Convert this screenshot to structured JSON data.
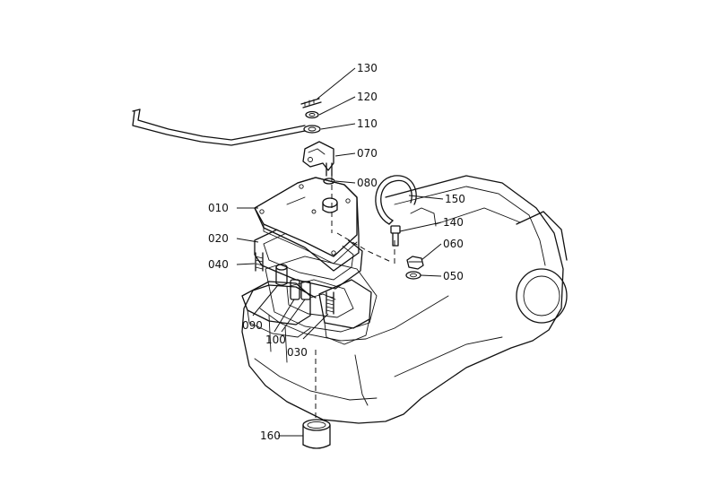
{
  "callouts": {
    "p130": "130",
    "p120": "120",
    "p110": "110",
    "p070": "070",
    "p080": "080",
    "p010": "010",
    "p150": "150",
    "p140": "140",
    "p020": "020",
    "p060": "060",
    "p040": "040",
    "p050": "050",
    "p090": "090",
    "p100": "100",
    "p030": "030",
    "p160": "160"
  }
}
